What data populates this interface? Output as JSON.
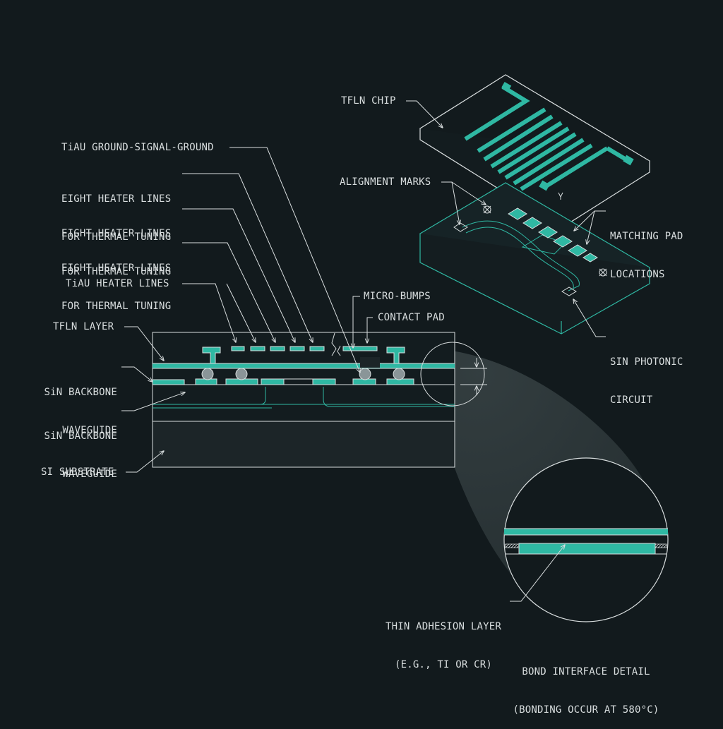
{
  "colors": {
    "background": "#121a1d",
    "line": "#d9dedf",
    "accent": "#2fb8a3",
    "bump": "#8a9598"
  },
  "labels": {
    "tfln_chip": "TFLN CHIP",
    "gsg": "TiAU GROUND-SIGNAL-GROUND",
    "heater_a": {
      "line1": "EIGHT HEATER LINES",
      "line2": "FOR THERMAL TUNING"
    },
    "heater_b": {
      "line1": "EIGHT HEATER LINES",
      "line2": "FOR THERMAL TUNING"
    },
    "heater_c": {
      "line1": "EIGHT HEATER LINES",
      "line2": "FOR THERMAL TUNING"
    },
    "tiau_heater": "TiAU HEATER LINES",
    "micro_bumps": "MICRO-BUMPS",
    "contact_pad": "CONTACT PAD",
    "tfln_layer": "TFLN LAYER",
    "sin_backbone_1": {
      "line1": "SiN BACKBONE",
      "line2": "WAVEGUIDE"
    },
    "sin_backbone_2": {
      "line1": "SiN BACKBONE",
      "line2": "WAVEGUIDE"
    },
    "si_substrate": "SI SUBSTRATE",
    "alignment_marks": "ALIGNMENT MARKS",
    "matching_pad": {
      "line1": "MATCHING PAD",
      "line2": "LOCATIONS"
    },
    "sin_photonic": {
      "line1": "SIN PHOTONIC",
      "line2": "CIRCUIT"
    },
    "adhesion": {
      "line1": "THIN ADHESION LAYER",
      "line2": "(E.G., TI OR CR)"
    },
    "bond_detail": {
      "line1": "BOND INTERFACE DETAIL",
      "line2": "(BONDING OCCUR AT 580°C)"
    }
  }
}
